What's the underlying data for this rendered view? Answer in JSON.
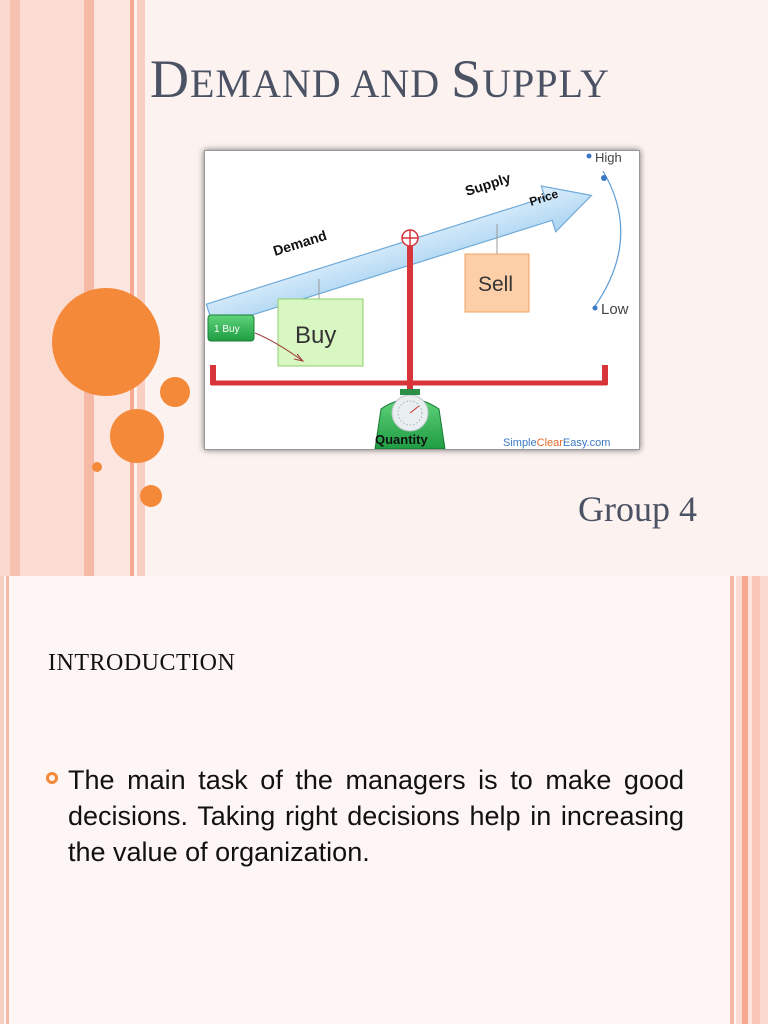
{
  "slide1": {
    "title_first_letter_1": "D",
    "title_rest_1": "emand and ",
    "title_first_letter_2": "S",
    "title_rest_2": "upply",
    "subtitle": "Group 4",
    "figure": {
      "demand_label": "Demand",
      "supply_label": "Supply",
      "price_label": "Price",
      "high_label": "High",
      "low_label": "Low",
      "sell_label": "Sell",
      "buy_label": "Buy",
      "one_buy_label": "1 Buy",
      "quantity_label": "Quantity",
      "watermark_prefix": "Simple",
      "watermark_accent": "Clear",
      "watermark_suffix": "Easy.com"
    }
  },
  "slide2": {
    "heading": "INTRODUCTION",
    "bullets": [
      "The main task of the managers is to make good decisions. Taking right decisions help in increasing the value of organization."
    ]
  },
  "colors": {
    "accent_orange": "#f5893a",
    "title_gray": "#4a5263",
    "stripe_pink": "#f7c1b0"
  }
}
